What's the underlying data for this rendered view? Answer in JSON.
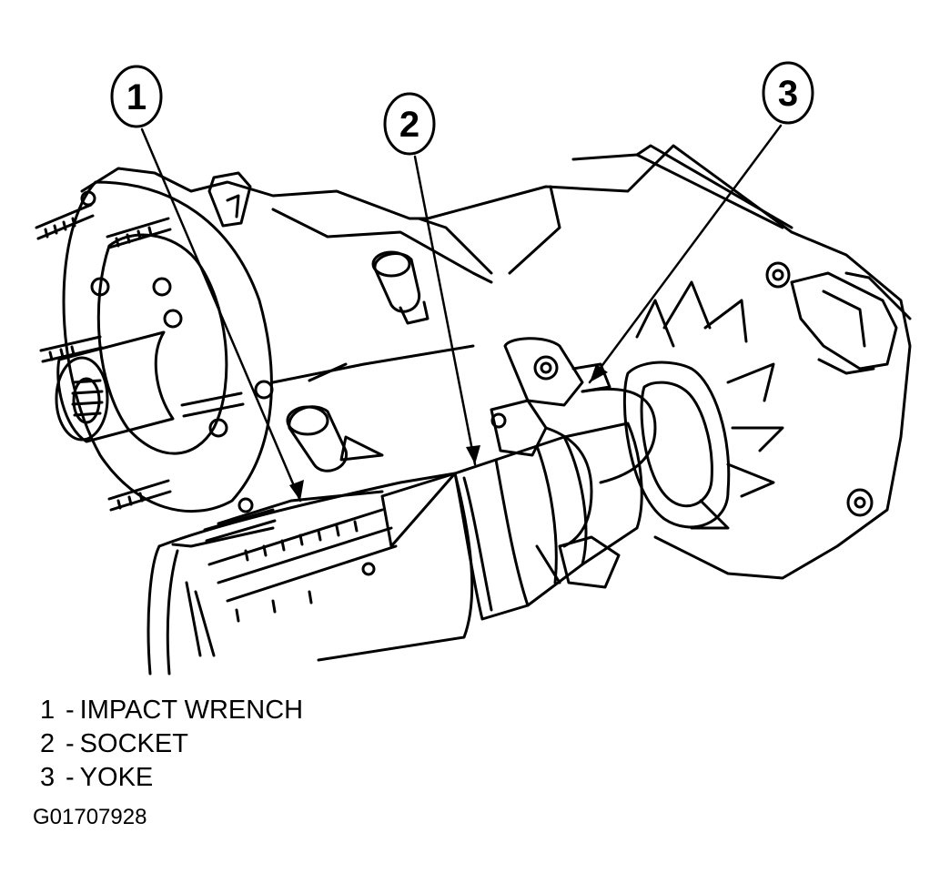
{
  "callouts": [
    {
      "number": "1",
      "label": "IMPACT WRENCH"
    },
    {
      "number": "2",
      "label": "SOCKET"
    },
    {
      "number": "3",
      "label": "YOKE"
    }
  ],
  "separator": "-",
  "figure_id": "G01707928"
}
